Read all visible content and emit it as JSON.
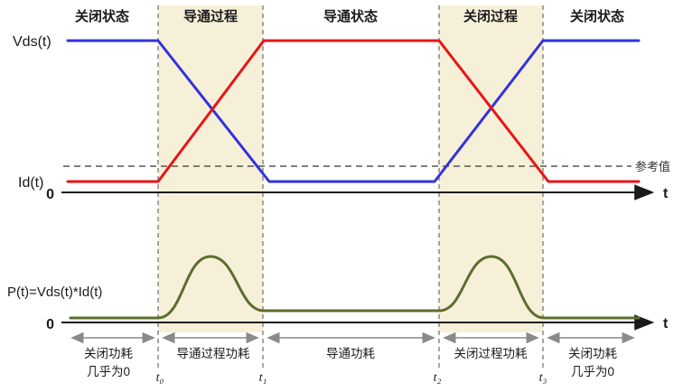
{
  "figure": {
    "states": [
      {
        "label": "关闭状态"
      },
      {
        "label": "导通过程"
      },
      {
        "label": "导通状态"
      },
      {
        "label": "关闭过程"
      },
      {
        "label": "关闭状态"
      }
    ],
    "signals": {
      "vds_label": "Vds(t)",
      "id_label": "Id(t)",
      "power_label": "P(t)=Vds(t)*Id(t)",
      "reference_label": "参考值"
    },
    "axes": {
      "origin_top": "0",
      "origin_bottom": "0",
      "time_top": "t",
      "time_bottom": "t"
    },
    "time_markers": [
      "t₀",
      "t₁",
      "t₂",
      "t₃"
    ],
    "power_regions": [
      {
        "line1": "关闭功耗",
        "line2": "几乎为0"
      },
      {
        "line1": "导通过程功耗",
        "line2": ""
      },
      {
        "line1": "导通功耗",
        "line2": ""
      },
      {
        "line1": "关闭过程功耗",
        "line2": ""
      },
      {
        "line1": "关闭功耗",
        "line2": "几乎为0"
      }
    ],
    "colors": {
      "vds": "#3232dc",
      "id": "#e81416",
      "power": "#5c6e2e",
      "band": "#f7f0d9"
    },
    "waveforms": {
      "phases": [
        "off",
        "turn-on",
        "on",
        "turn-off",
        "off"
      ],
      "vds": [
        "high",
        "falling",
        "low",
        "rising",
        "high"
      ],
      "id": [
        "low",
        "rising",
        "high",
        "falling",
        "low"
      ],
      "power": [
        "≈0",
        "pulse",
        "small",
        "pulse",
        "≈0"
      ]
    }
  }
}
